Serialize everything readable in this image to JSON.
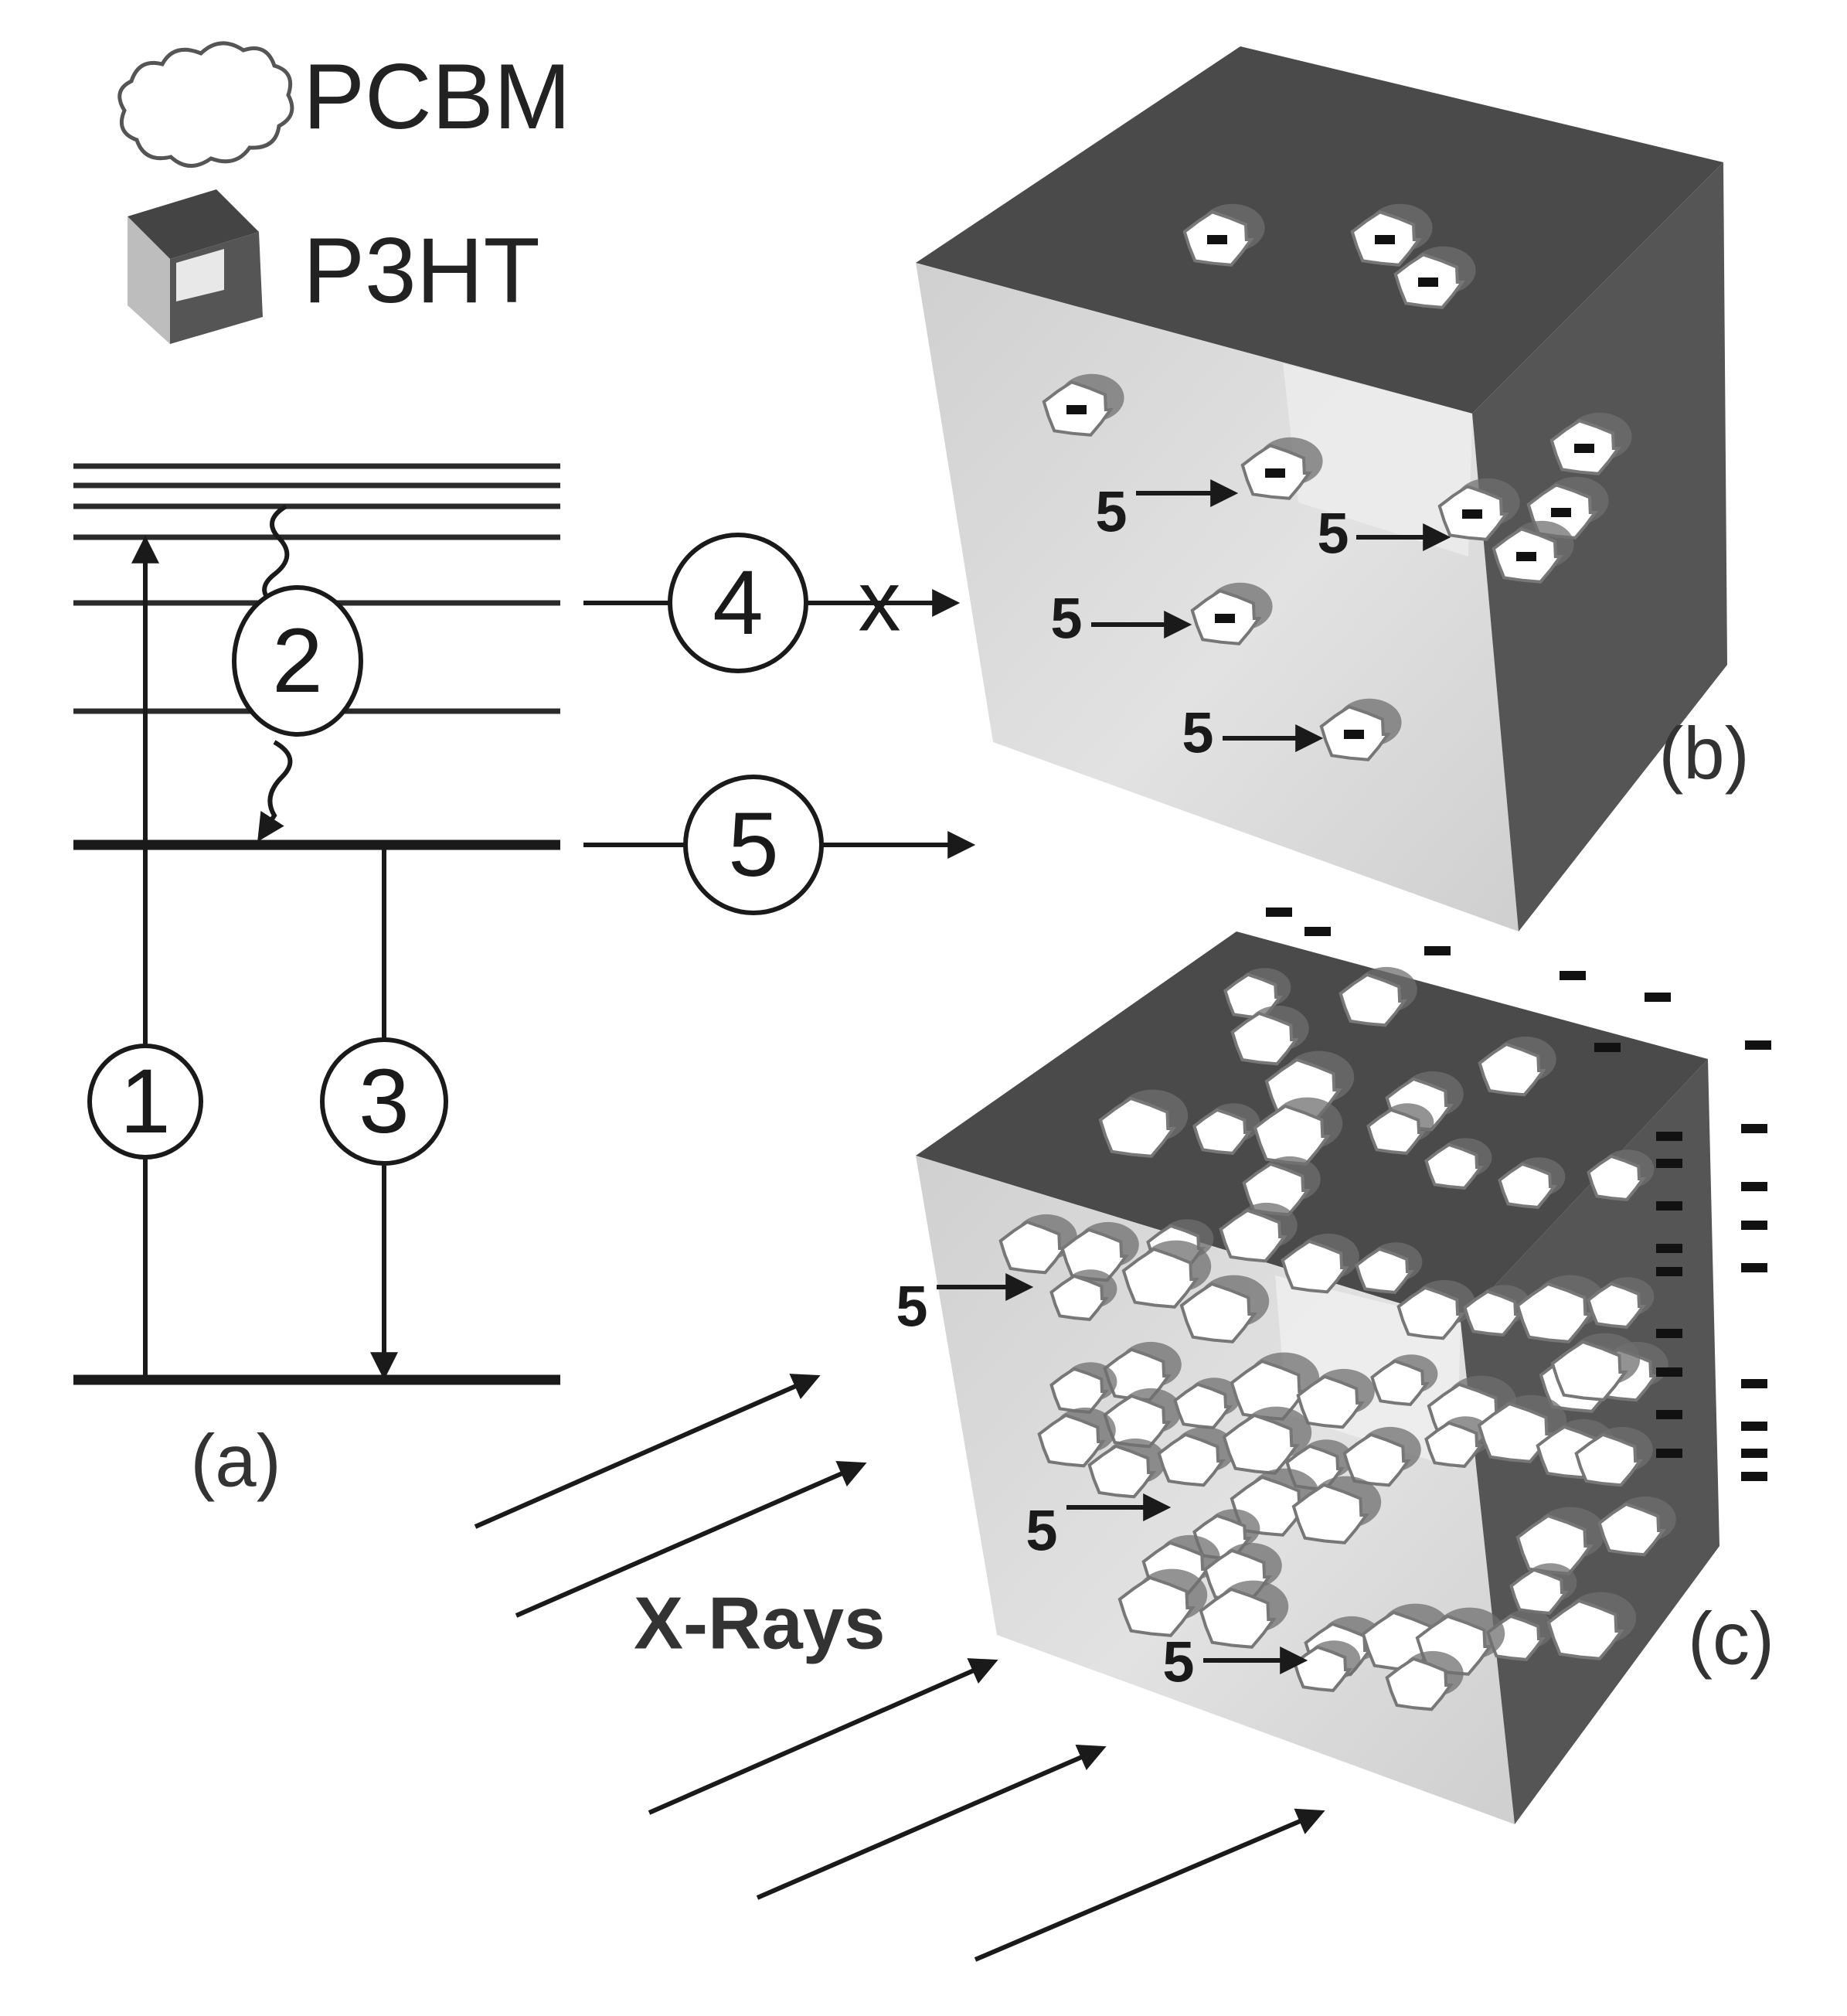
{
  "legend": {
    "pcbm_label": "PCBM",
    "p3ht_label": "P3HT"
  },
  "diagram_a": {
    "panel_label": "(a)",
    "process_1": "1",
    "process_2": "2",
    "process_3": "3",
    "process_4": "4",
    "process_5": "5",
    "blocked_mark": "x"
  },
  "cube_b": {
    "panel_label": "(b)",
    "site_label": "5",
    "charge_symbol": "-"
  },
  "cube_c": {
    "panel_label": "(c)",
    "site_label": "5",
    "charge_symbol": "-",
    "xray_label": "X-Rays"
  },
  "colors": {
    "cube_top": "#4a4a4a",
    "cube_front": "#d6d6d6",
    "cube_side": "#555555",
    "ink": "#1a1a1a"
  }
}
